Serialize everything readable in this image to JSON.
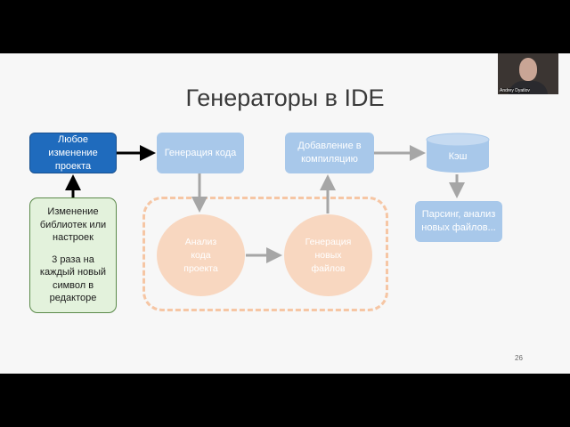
{
  "slide": {
    "title": "Генераторы в IDE",
    "page_number": "26"
  },
  "nodes": {
    "any_change": [
      "Любое",
      "изменение",
      "проекта"
    ],
    "codegen": [
      "Генерация кода"
    ],
    "add_compile": [
      "Добавление в",
      "компиляцию"
    ],
    "cache": [
      "Кэш"
    ],
    "parsing": [
      "Парсинг, анализ",
      "новых файлов..."
    ],
    "analysis": [
      "Анализ",
      "кода",
      "проекта"
    ],
    "generation": [
      "Генерация",
      "новых",
      "файлов"
    ],
    "changes_note": [
      "Изменение",
      "библиотек или",
      "настроек",
      "",
      "3 раза на",
      "каждый новый",
      "символ в",
      "редакторе"
    ]
  },
  "webcam": {
    "name": "Andrey Dyatlov"
  },
  "colors": {
    "dark_blue": "#1f6bbd",
    "light_blue": "#a8c8ea",
    "green_fill": "#e3f2dc",
    "green_border": "#5b8a4a",
    "peach": "#f8d7c0",
    "dashed_border": "#f6c6a4",
    "arrow_dark": "#000000",
    "arrow_gray": "#a6a6a6"
  }
}
